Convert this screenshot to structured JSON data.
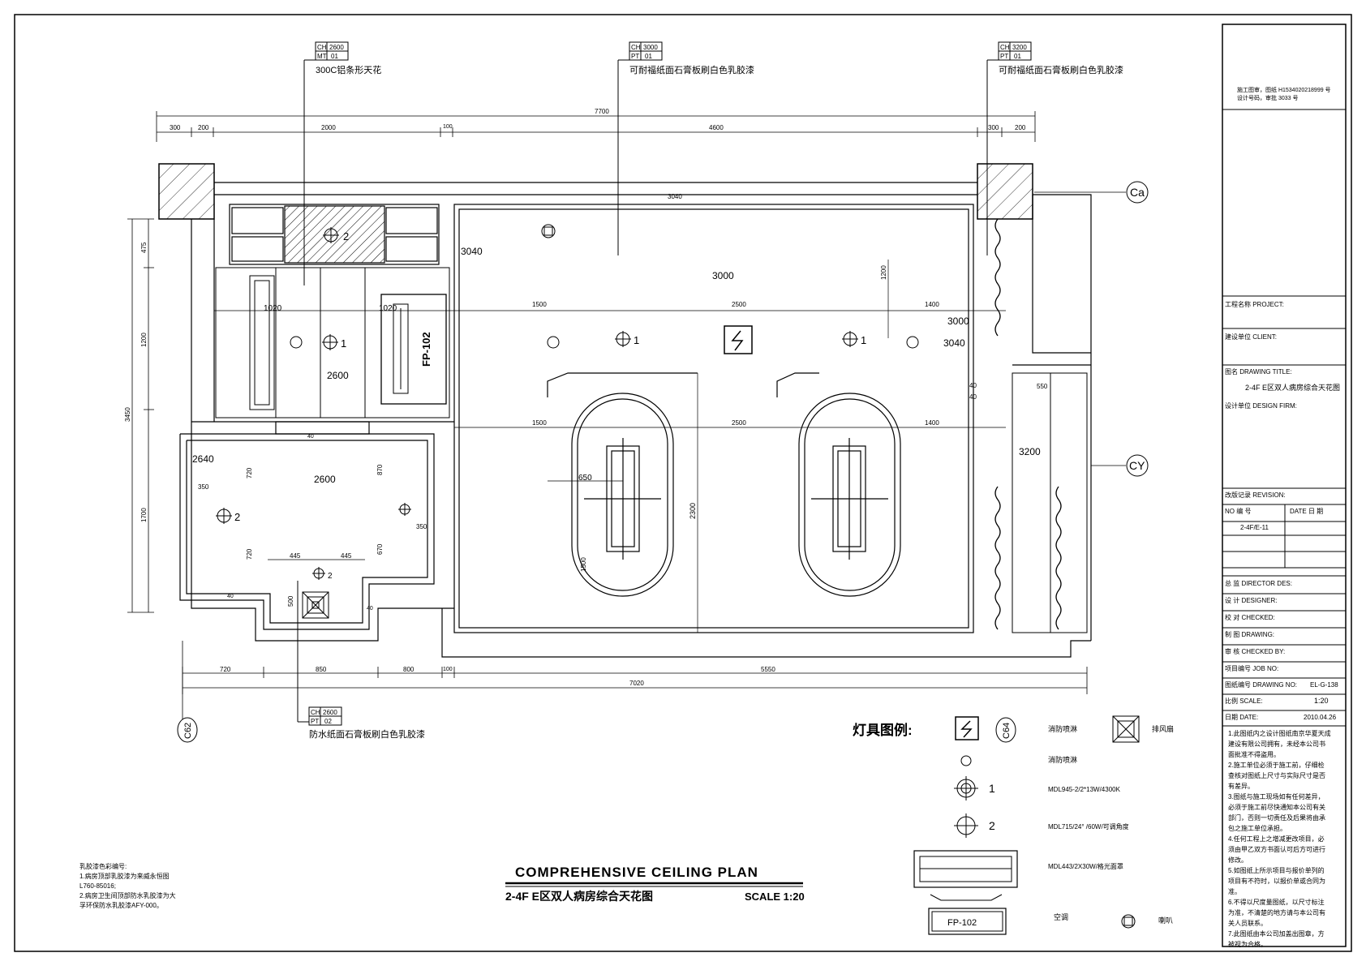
{
  "title_block": {
    "approval_line1": "施工图审，图纸  H1534020218999  号",
    "approval_line2": "设计号码，审批         3033         号",
    "project_label": "工程名称 PROJECT:",
    "client_label": "建设单位 CLIENT:",
    "drawing_title_label": "图名 DRAWING TITLE:",
    "drawing_title_value": "2-4F E区双人病房综合天花图",
    "design_firm_label": "设计单位 DESIGN FIRM:",
    "revision_label": "改版记录 REVISION:",
    "rev_no_label": "NO 编 号",
    "rev_date_label": "DATE 日 期",
    "rev_no_value": "2-4F/E-11",
    "director_label": "总 监 DIRECTOR DES:",
    "designer_label": "设 计 DESIGNER:",
    "checked_label": "校 对 CHECKED:",
    "drawing_label": "制 图 DRAWING:",
    "approved_label": "审 核 CHECKED BY:",
    "job_label": "项目编号 JOB NO:",
    "drawing_no_label": "图纸编号 DRAWING NO:",
    "drawing_no_value": "EL-G-138",
    "scale_label": "比例 SCALE:",
    "scale_value": "1:20",
    "date_label": "日期 DATE:",
    "date_value": "2010.04.26",
    "notes": [
      "1.此图纸内之设计图纸南京华夏天成",
      "建设有限公司拥有，未经本公司书",
      "面批准不得盗用。",
      "2.施工单位必须于施工前，仔细检",
      "查核对图纸上尺寸与实际尺寸是否",
      "有差异。",
      "3.图纸与施工现场如有任何差异，",
      "必须于施工前尽快通知本公司有关",
      "部门，否则一切责任及后果将由承",
      "包之施工单位承担。",
      "4.任何工程上之增减更改项目，必",
      "须由甲乙双方书面认可后方可进行",
      "修改。",
      "5.如图纸上所示项目与报价单列的",
      "项目有不符时，以报价单或合同为",
      "准。",
      "6.不得以尺度量图纸，以尺寸标注",
      "为准，不清楚的地方请与本公司有",
      "关人员联系。",
      "7.此图纸由本公司加盖出图章，方",
      "被视为合格。"
    ]
  },
  "callouts": {
    "left": {
      "ch": "CH",
      "ch_val": "2600",
      "code": "MT",
      "code_val": "01",
      "desc": "300C铝条形天花"
    },
    "middle": {
      "ch": "CH",
      "ch_val": "3000",
      "code": "PT",
      "code_val": "01",
      "desc": "可耐福纸面石膏板刷白色乳胶漆"
    },
    "right": {
      "ch": "CH",
      "ch_val": "3200",
      "code": "PT",
      "code_val": "01",
      "desc": "可耐福纸面石膏板刷白色乳胶漆"
    },
    "bottom": {
      "ch": "CH",
      "ch_val": "2600",
      "code": "PT",
      "code_val": "02",
      "desc": "防水纸面石膏板刷白色乳胶漆"
    }
  },
  "dimensions": {
    "top_total": "7700",
    "top_segments": [
      "300",
      "200",
      "2000",
      "100",
      "4600",
      "300",
      "200"
    ],
    "bottom_total": "7020",
    "bottom_segments": [
      "720",
      "850",
      "800",
      "100",
      "5550"
    ],
    "left_total": "3450",
    "left_segments": [
      "475",
      "1200",
      "1700"
    ],
    "row1": [
      "1500",
      "2500",
      "1400"
    ],
    "row2": [
      "1500",
      "2500",
      "1400"
    ],
    "interior": [
      "1020",
      "1020",
      "1200",
      "2300",
      "1500",
      "650",
      "550",
      "445",
      "445",
      "350",
      "350",
      "720",
      "720",
      "870",
      "670",
      "500",
      "40",
      "40",
      "40",
      "40",
      "40"
    ]
  },
  "heights": {
    "h3040a": "3040",
    "h3040b": "3040",
    "h3040c": "3040",
    "h3000a": "3000",
    "h3000b": "3000",
    "h2600a": "2600",
    "h2600b": "2600",
    "h2640": "2640",
    "h3200": "3200"
  },
  "labels": {
    "fp102": "FP-102",
    "grid_ca": "Ca",
    "grid_cy": "CY",
    "grid_c62": "C62",
    "grid_c64": "C64",
    "lamp1": "1",
    "lamp2": "2"
  },
  "legend": {
    "heading": "灯具图例:",
    "items": [
      "消防喷淋",
      "排风扇",
      "消防喷淋",
      "MDL945-2/2*13W/4300K",
      "MDL715/24° /60W/可调角度",
      "MDL443/2X30W/格光面罩",
      "空调",
      "喇叭"
    ],
    "fp_label": "FP-102",
    "num1": "1",
    "num2": "2"
  },
  "drawing_title": {
    "en": "COMPREHENSIVE CEILING PLAN",
    "cn": "2-4F E区双人病房综合天花图",
    "scale": "SCALE 1:20"
  },
  "left_notes": [
    "乳胶漆色彩编号:",
    "1.病房顶部乳胶漆为来威永恒图",
    "L760-85016;",
    "2.病房卫生间顶部防水乳胶漆为大",
    "孚环保防水乳胶漆AFY-000。"
  ]
}
